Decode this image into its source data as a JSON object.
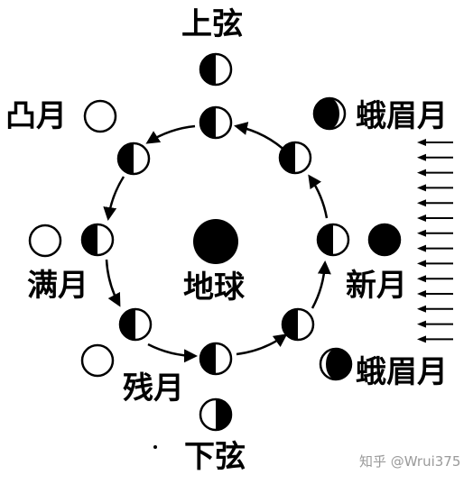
{
  "labels": {
    "first_quarter": "上弦",
    "third_quarter": "下弦",
    "gibbous": "凸月",
    "waxing_crescent": "蛾眉月",
    "waning_crescent": "蛾眉月",
    "full_moon": "满月",
    "new_moon": "新月",
    "earth": "地球",
    "waning_gibbous": "残月"
  },
  "watermark": "知乎 @Wrui375",
  "colors": {
    "ink": "#000000",
    "paper": "#ffffff",
    "watermark": "#9a9a9a"
  }
}
